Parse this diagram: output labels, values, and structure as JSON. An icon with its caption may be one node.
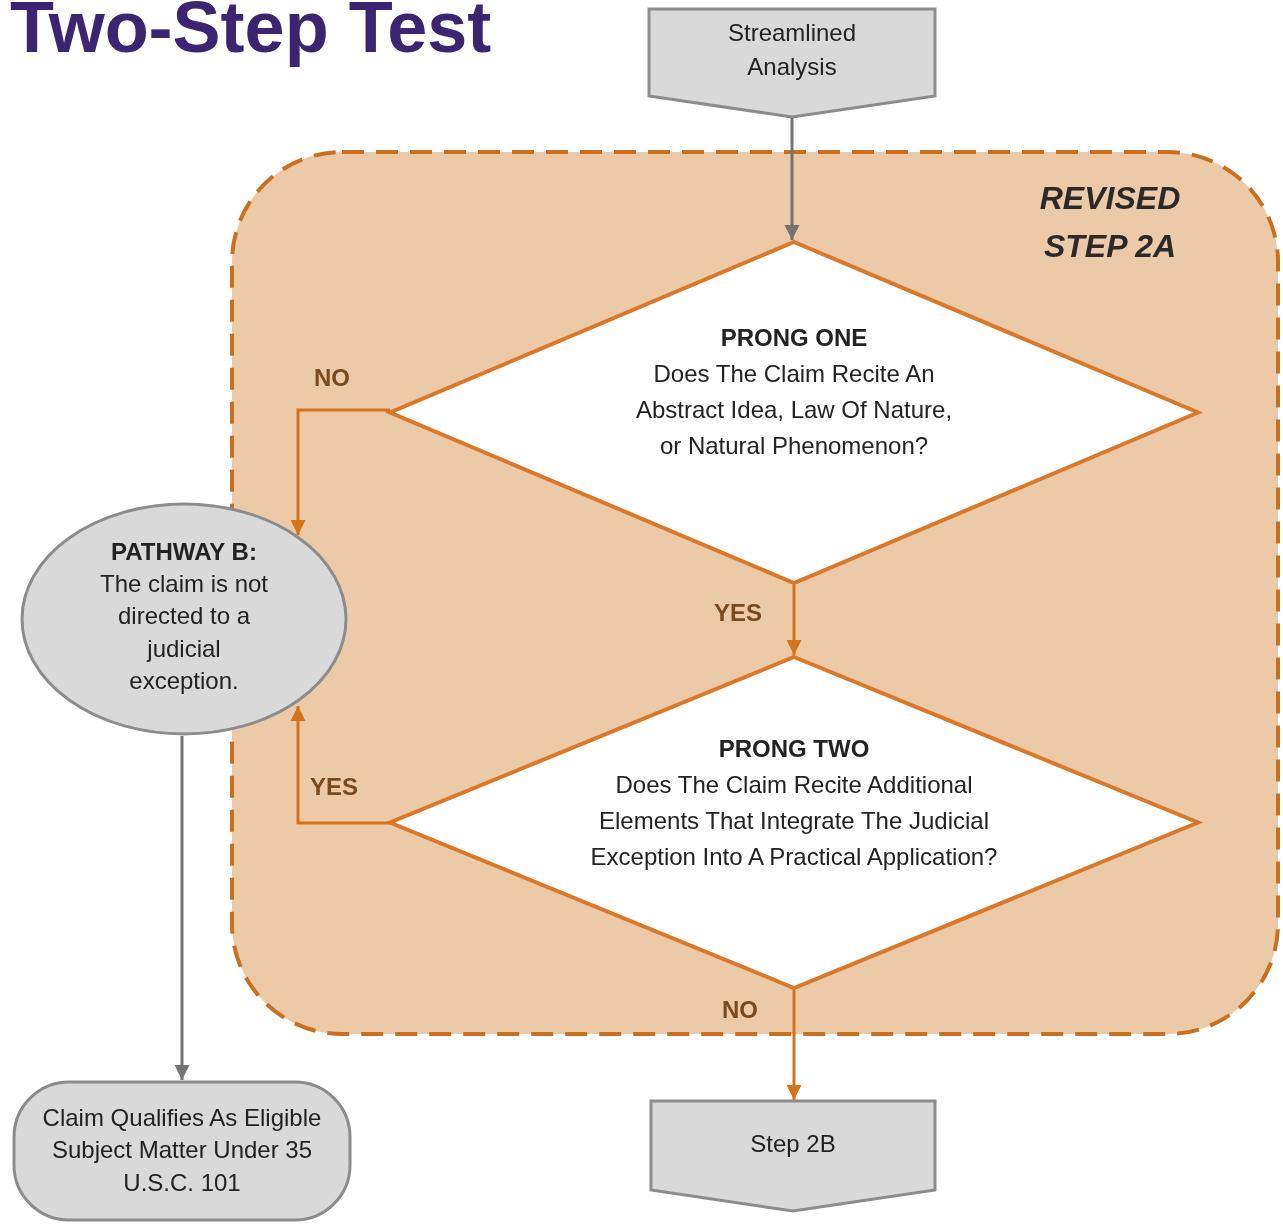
{
  "diagram": {
    "title": "Two-Step Test",
    "nodes": [
      {
        "text": [
          "Streamlined Analysis"
        ]
      },
      {
        "text": [
          "REVISED STEP 2A"
        ]
      },
      {
        "text": [
          "PRONG ONE",
          "Does The Claim Recite An Abstract Idea, Law Of Nature, or Natural Phenomenon?"
        ],
        "in": 1
      },
      {
        "text": [
          "PRONG TWO",
          "Does The Claim Recite Additional Elements That Integrate The Judicial Exception Into A Practical Application?"
        ],
        "in": 1
      },
      {
        "text": [
          "PATHWAY B:",
          "The claim is not directed to a judicial exception."
        ]
      },
      {
        "text": [
          "Claim Qualifies As Eligible Subject Matter Under 35 U.S.C. 101"
        ]
      },
      {
        "text": [
          "Step 2B"
        ]
      }
    ],
    "edges": [
      {
        "from": 0,
        "to": 2,
        "arrow": "to",
        "color": "#737373"
      },
      {
        "from": 2,
        "to": 4,
        "arrow": "to",
        "label": "NO"
      },
      {
        "from": 2,
        "to": 3,
        "arrow": "to",
        "label": "YES"
      },
      {
        "from": 3,
        "to": 4,
        "arrow": "to",
        "label": "YES"
      },
      {
        "from": 3,
        "to": 6,
        "arrow": "to",
        "label": "NO"
      },
      {
        "from": 4,
        "to": 5,
        "arrow": "to",
        "color": "#737373"
      }
    ]
  }
}
